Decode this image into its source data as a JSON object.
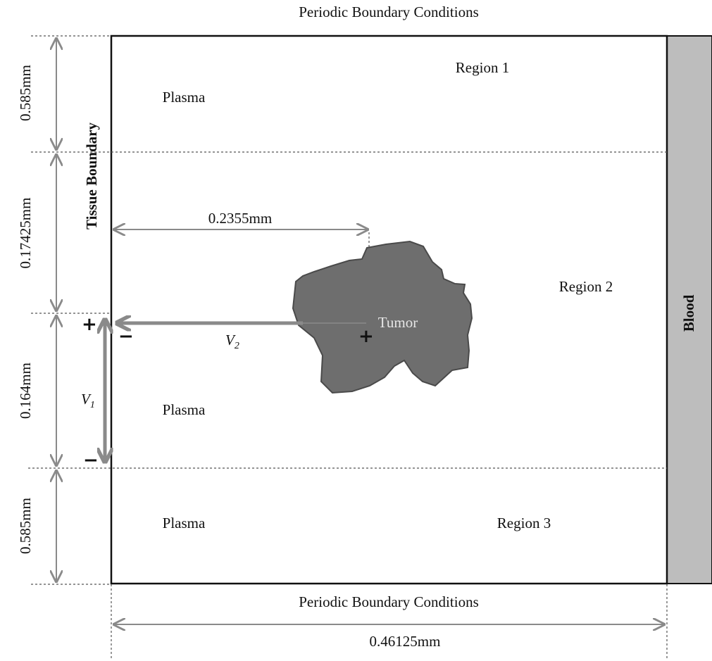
{
  "labels": {
    "top_boundary": "Periodic Boundary Conditions",
    "bottom_boundary": "Periodic Boundary Conditions",
    "tissue_boundary": "Tissue Boundary",
    "blood": "Blood",
    "region_1": "Region 1",
    "region_2": "Region 2",
    "region_3": "Region 3",
    "plasma_top": "Plasma",
    "plasma_mid": "Plasma",
    "plasma_bottom": "Plasma",
    "tumor": "Tumor"
  },
  "dimensions": {
    "height_region_1": "0.585mm",
    "height_upper_middle": "0.17425mm",
    "height_lower_middle": "0.164mm",
    "height_region_3": "0.585mm",
    "tumor_offset": "0.2355mm",
    "total_width": "0.46125mm"
  },
  "vectors": {
    "v1_main": "V",
    "v1_sub": "1",
    "v2_main": "V",
    "v2_sub": "2"
  },
  "signs": {
    "v1_plus": "+",
    "v1_minus": "−",
    "v2_minus": "−",
    "tumor_plus": "+"
  },
  "colors": {
    "tumor_fill": "#6e6e6e",
    "blood_fill": "#bdbdbd",
    "arrow_grey": "#8a8a8a"
  }
}
